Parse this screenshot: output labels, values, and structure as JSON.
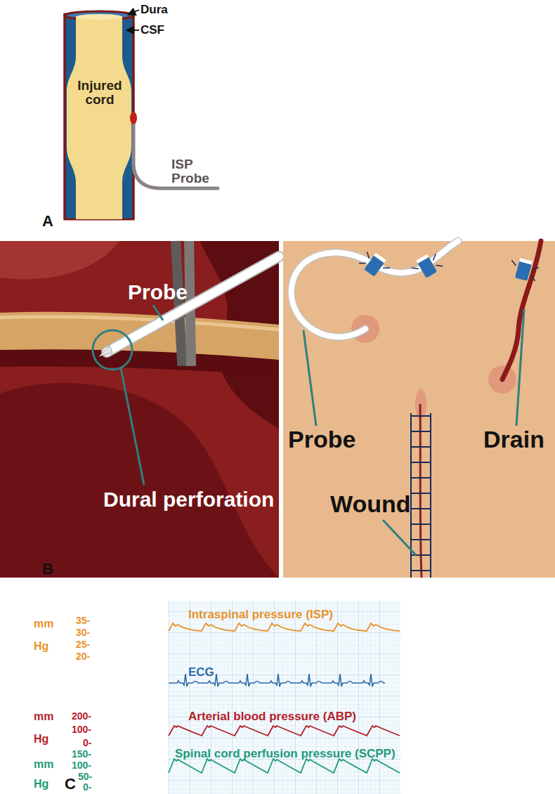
{
  "diagram": {
    "labels": [
      "Dura",
      "CSF",
      "Injured cord",
      "ISP Probe",
      "A",
      "Probe",
      "Dural perforation",
      "Probe",
      "Drain",
      "Wound",
      "B",
      "mm",
      "Hg",
      "35-",
      "30-",
      "25-",
      "20-",
      "Intraspinal pressure (ISP)",
      "ECG",
      "mm",
      "Hg",
      "200-",
      "100-",
      "0-",
      "Arterial blood pressure (ABP)",
      "Spinal cord perfusion pressure (SCPP)",
      "mm",
      "Hg",
      "150-",
      "100-",
      "50-",
      "0-",
      "C"
    ]
  }
}
